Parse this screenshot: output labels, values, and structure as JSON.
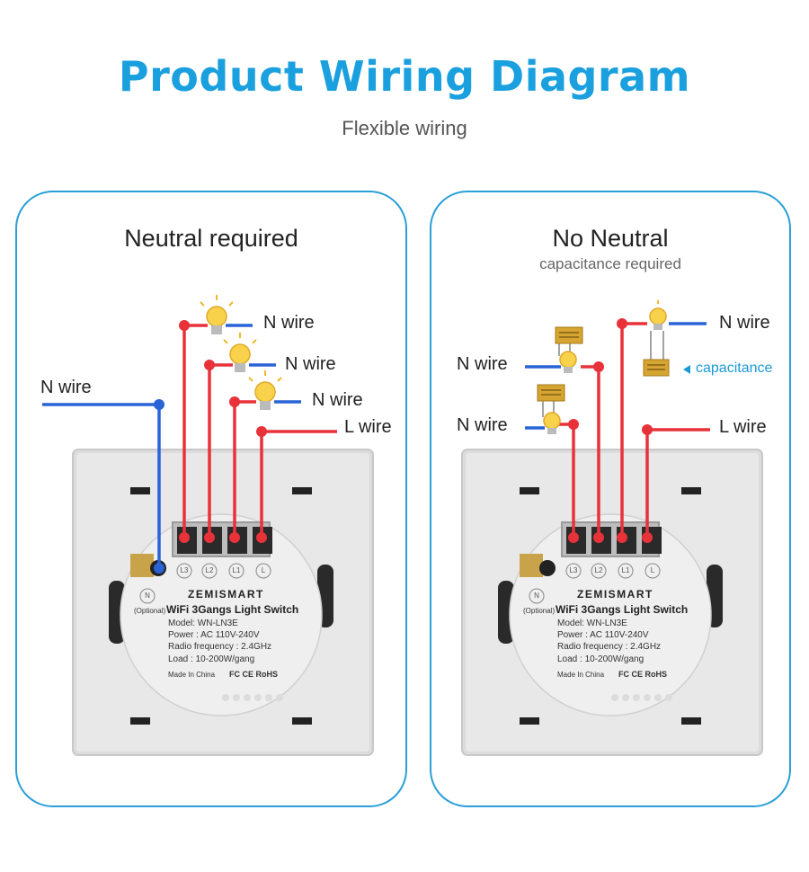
{
  "title": "Product Wiring Diagram",
  "subtitle": "Flexible wiring",
  "left_panel": {
    "title": "Neutral required",
    "labels": {
      "n1": "N wire",
      "n2": "N wire",
      "n3": "N wire",
      "l": "L wire",
      "n_in": "N wire"
    }
  },
  "right_panel": {
    "title": "No Neutral",
    "subtitle": "capacitance required",
    "labels": {
      "n1": "N wire",
      "n2": "N wire",
      "n3": "N wire",
      "l": "L wire",
      "capacitance": "capacitance"
    }
  },
  "switch": {
    "brand": "ZEMISMART",
    "name": "WiFi 3Gangs Light Switch",
    "model": "Model:   WN-LN3E",
    "power": "Power : AC 110V-240V",
    "radio": "Radio frequency : 2.4GHz",
    "load": "Load : 10-200W/gang",
    "made_in": "Made In China",
    "certs": "FC CE RoHS",
    "terminals": [
      "L3",
      "L2",
      "L1",
      "L"
    ],
    "neutral_terminal": "N",
    "optional": "(Optional)"
  },
  "colors": {
    "accent": "#1aa0df",
    "border": "#2a9fd8",
    "live_wire": "#e8323a",
    "neutral_wire": "#2a63d6",
    "capacitor": "#d6a431"
  },
  "icons": [
    "light-bulb-icon",
    "capacitor-icon",
    "arrow-left-icon"
  ]
}
